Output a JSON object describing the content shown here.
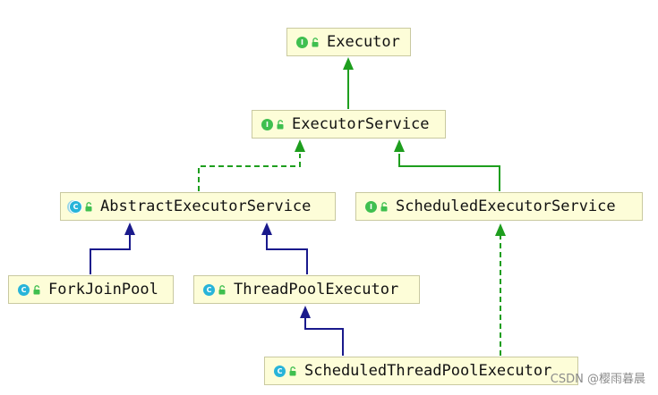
{
  "nodes": {
    "executor": {
      "label": "Executor",
      "kind": "interface"
    },
    "executor_service": {
      "label": "ExecutorService",
      "kind": "interface"
    },
    "abstract_executor_service": {
      "label": "AbstractExecutorService",
      "kind": "abstract-class"
    },
    "scheduled_executor_service": {
      "label": "ScheduledExecutorService",
      "kind": "interface"
    },
    "fork_join_pool": {
      "label": "ForkJoinPool",
      "kind": "class"
    },
    "thread_pool_executor": {
      "label": "ThreadPoolExecutor",
      "kind": "class"
    },
    "scheduled_thread_pool_executor": {
      "label": "ScheduledThreadPoolExecutor",
      "kind": "class"
    }
  },
  "badges": {
    "interface": "I",
    "class": "C"
  },
  "edges": [
    {
      "from": "executor_service",
      "to": "executor",
      "type": "extends",
      "style": "solid",
      "color": "#1e9e1e"
    },
    {
      "from": "abstract_executor_service",
      "to": "executor_service",
      "type": "implements",
      "style": "dashed",
      "color": "#1e9e1e"
    },
    {
      "from": "scheduled_executor_service",
      "to": "executor_service",
      "type": "extends",
      "style": "solid",
      "color": "#1e9e1e"
    },
    {
      "from": "fork_join_pool",
      "to": "abstract_executor_service",
      "type": "extends",
      "style": "solid",
      "color": "#1a1a8c"
    },
    {
      "from": "thread_pool_executor",
      "to": "abstract_executor_service",
      "type": "extends",
      "style": "solid",
      "color": "#1a1a8c"
    },
    {
      "from": "scheduled_thread_pool_executor",
      "to": "thread_pool_executor",
      "type": "extends",
      "style": "solid",
      "color": "#1a1a8c"
    },
    {
      "from": "scheduled_thread_pool_executor",
      "to": "scheduled_executor_service",
      "type": "implements",
      "style": "dashed",
      "color": "#1e9e1e"
    }
  ],
  "icons": {
    "visibility": "open-lock-icon"
  },
  "watermark": "CSDN @樱雨暮晨"
}
